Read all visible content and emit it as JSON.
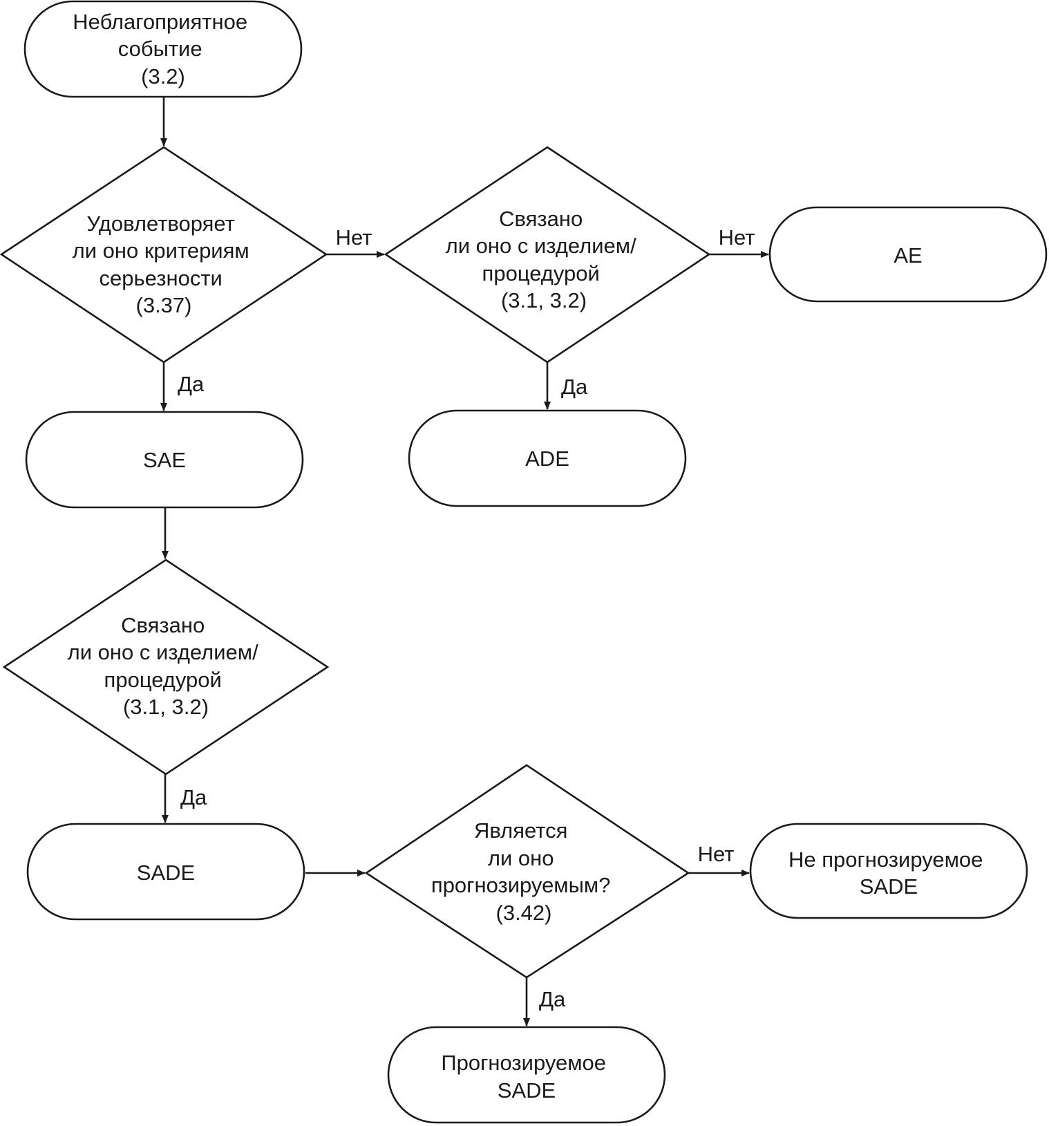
{
  "nodes": {
    "start": {
      "lines": [
        "Неблагоприятное",
        "событие",
        "(3.2)"
      ]
    },
    "q_serious": {
      "lines": [
        "Удовлетворяет",
        "ли оно критериям",
        "серьезности",
        "(3.37)"
      ]
    },
    "q_related_top": {
      "lines": [
        "Связано",
        "ли оно с изделием/",
        "процедурой",
        "(3.1, 3.2)"
      ]
    },
    "ae": {
      "lines": [
        "AE"
      ]
    },
    "sae": {
      "lines": [
        "SAE"
      ]
    },
    "ade": {
      "lines": [
        "ADE"
      ]
    },
    "q_related_bottom": {
      "lines": [
        "Связано",
        "ли оно с изделием/",
        "процедурой",
        "(3.1, 3.2)"
      ]
    },
    "sade": {
      "lines": [
        "SADE"
      ]
    },
    "q_expected": {
      "lines": [
        "Является",
        "ли оно",
        "прогнозируемым?",
        "(3.42)"
      ]
    },
    "not_expected": {
      "lines": [
        "Не прогнозируемое",
        "SADE"
      ]
    },
    "expected": {
      "lines": [
        "Прогнозируемое",
        "SADE"
      ]
    }
  },
  "edge_labels": {
    "serious_no": "Нет",
    "serious_yes": "Да",
    "related_top_no": "Нет",
    "related_top_yes": "Да",
    "related_bottom_yes": "Да",
    "expected_no": "Нет",
    "expected_yes": "Да"
  }
}
